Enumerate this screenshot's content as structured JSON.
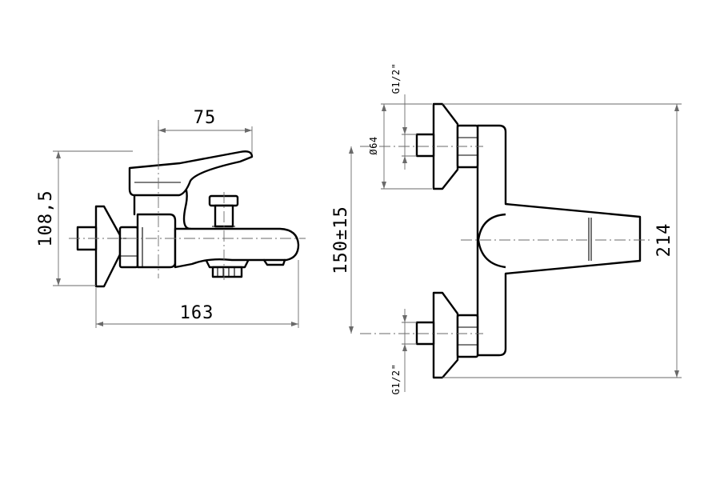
{
  "dimensions": {
    "side_width": "75",
    "side_height": "108,5",
    "side_depth": "163",
    "thread_top": "G1/2\"",
    "thread_bottom": "G1/2\"",
    "flange_diameter": "Ø64",
    "centre_distance": "150±15",
    "total_height": "214"
  }
}
